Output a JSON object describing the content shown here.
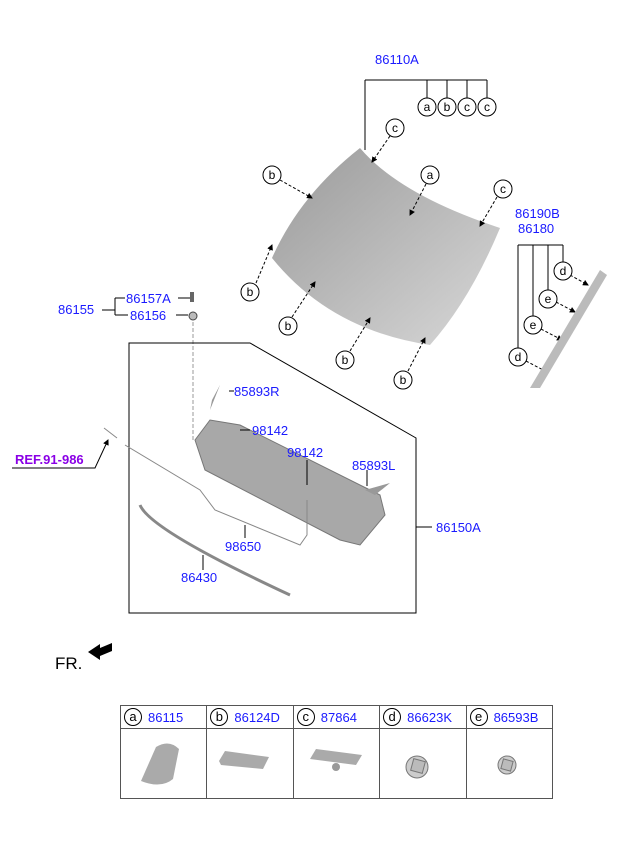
{
  "labels": {
    "glass": "86110A",
    "molding_upper": "86190B",
    "molding_lower": "86180",
    "assembly": "86155",
    "bolt": "86157A",
    "nut": "86156",
    "cover_r": "85893R",
    "clip1": "98142",
    "clip2": "98142",
    "cover_l": "85893L",
    "cowl": "86150A",
    "hose": "98650",
    "seal": "86430",
    "ref": "REF.91-986",
    "front": "FR."
  },
  "callouts": {
    "top_row": [
      "a",
      "b",
      "c",
      "c"
    ],
    "glass": [
      "c",
      "b",
      "a",
      "c",
      "b",
      "b",
      "b",
      "b"
    ],
    "molding": [
      "d",
      "e",
      "e",
      "d"
    ]
  },
  "legend": [
    {
      "letter": "a",
      "part": "86115"
    },
    {
      "letter": "b",
      "part": "86124D"
    },
    {
      "letter": "c",
      "part": "87864"
    },
    {
      "letter": "d",
      "part": "86623K"
    },
    {
      "letter": "e",
      "part": "86593B"
    }
  ]
}
